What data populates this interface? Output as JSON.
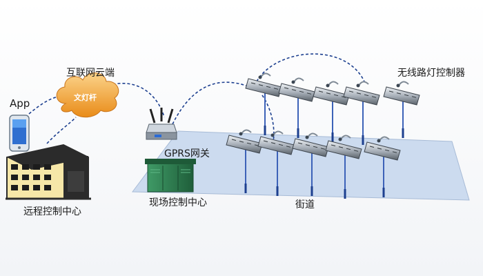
{
  "labels": {
    "app": "App",
    "cloud_title": "互联网云端",
    "cloud_badge": "文灯杆",
    "gateway": "GPRS网关",
    "remote_center": "远程控制中心",
    "field_center": "现场控制中心",
    "street": "街道",
    "controller": "无线路灯控制器"
  },
  "colors": {
    "link_dashed": "#1c3f8f",
    "cloud_fill": "#f0a030",
    "street_plane": "#c8d8ee",
    "cabinet": "#2e7d4f",
    "building": "#2b2b2b"
  },
  "icons": [
    "smartphone-icon",
    "cloud-icon",
    "router-icon",
    "building-icon",
    "cabinet-icon",
    "street-lamp-icon"
  ]
}
